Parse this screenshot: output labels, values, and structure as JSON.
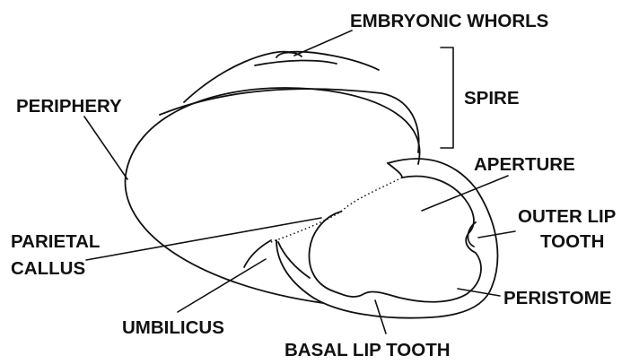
{
  "diagram": {
    "labels": {
      "embryonic_whorls": "EMBRYONIC WHORLS",
      "spire": "SPIRE",
      "periphery": "PERIPHERY",
      "aperture": "APERTURE",
      "outer_lip_tooth_line1": "OUTER LIP",
      "outer_lip_tooth_line2": "TOOTH",
      "parietal_callus_line1": "PARIETAL",
      "parietal_callus_line2": "CALLUS",
      "peristome": "PERISTOME",
      "umbilicus": "UMBILICUS",
      "basal_lip_tooth": "BASAL LIP TOOTH"
    },
    "colors": {
      "ink": "#111111",
      "background": "#ffffff"
    }
  }
}
